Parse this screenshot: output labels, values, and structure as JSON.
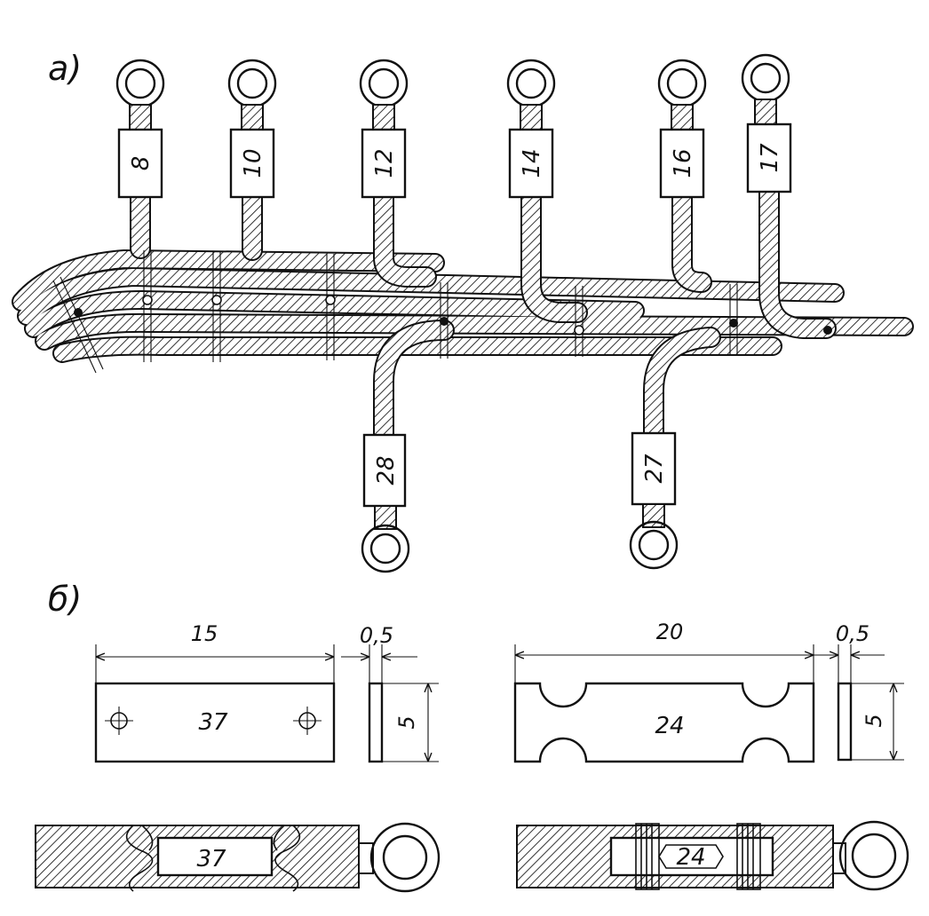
{
  "part_labels": {
    "a": "а)",
    "b": "б)"
  },
  "wire_tags_top": [
    "8",
    "10",
    "12",
    "14",
    "16",
    "17"
  ],
  "wire_tags_bottom": [
    "28",
    "27"
  ],
  "tag_plain": {
    "width": "15",
    "thickness": "0,5",
    "height": "5",
    "number": "37"
  },
  "tag_notched": {
    "width": "20",
    "thickness": "0,5",
    "height": "5",
    "number": "24"
  },
  "mounted_tags": {
    "plain": "37",
    "notched": "24"
  }
}
